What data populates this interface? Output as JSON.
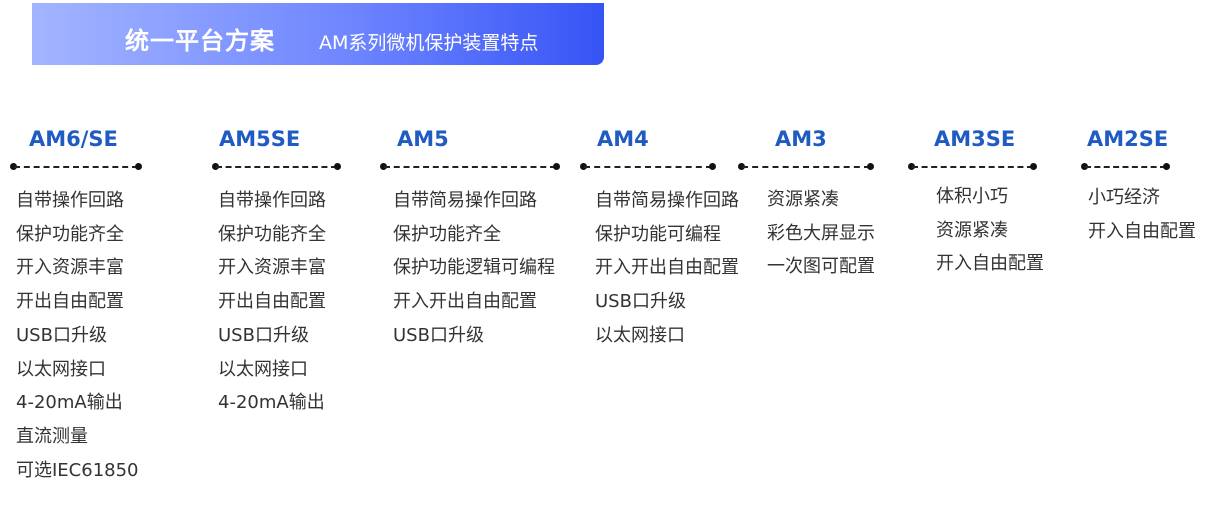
{
  "banner": {
    "title": "统一平台方案",
    "subtitle": "AM系列微机保护装置特点"
  },
  "colors": {
    "banner_start": "#a3b5ff",
    "banner_end": "#3654f5",
    "model_name": "#1f5bc2",
    "text": "#333333"
  },
  "models": [
    {
      "name": "AM6/SE",
      "features": [
        "自带操作回路",
        "保护功能齐全",
        "开入资源丰富",
        "开出自由配置",
        "USB口升级",
        "以太网接口",
        "4-20mA输出",
        "直流测量",
        "可选IEC61850"
      ]
    },
    {
      "name": "AM5SE",
      "features": [
        "自带操作回路",
        "保护功能齐全",
        "开入资源丰富",
        "开出自由配置",
        "USB口升级",
        "以太网接口",
        "4-20mA输出"
      ]
    },
    {
      "name": "AM5",
      "features": [
        "自带简易操作回路",
        "保护功能齐全",
        "保护功能逻辑可编程",
        "开入开出自由配置",
        "USB口升级"
      ]
    },
    {
      "name": "AM4",
      "features": [
        "自带简易操作回路",
        "保护功能可编程",
        "开入开出自由配置",
        "USB口升级",
        "以太网接口"
      ]
    },
    {
      "name": "AM3",
      "features": [
        "资源紧凑",
        "彩色大屏显示",
        "一次图可配置"
      ]
    },
    {
      "name": "AM3SE",
      "features": [
        "体积小巧",
        "资源紧凑",
        "开入自由配置"
      ]
    },
    {
      "name": "AM2SE",
      "features": [
        "小巧经济",
        "开入自由配置"
      ]
    }
  ]
}
